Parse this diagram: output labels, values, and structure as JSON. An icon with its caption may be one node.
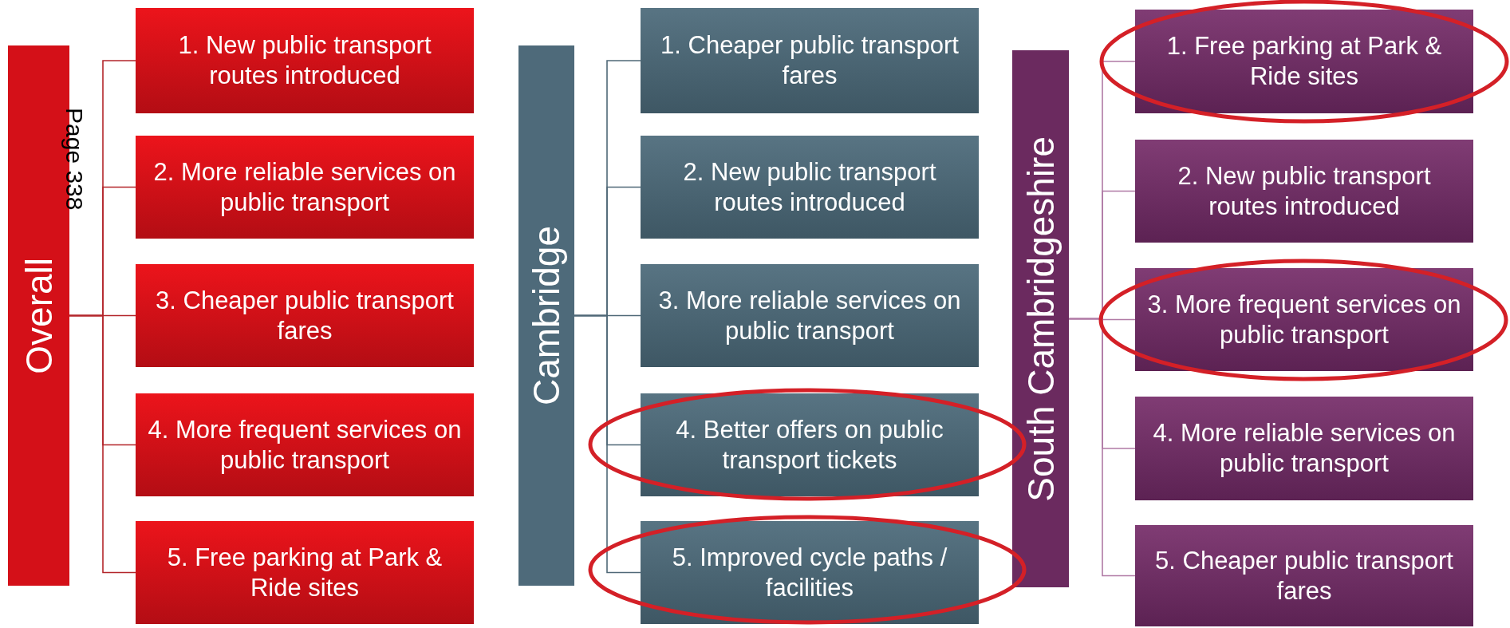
{
  "diagram": {
    "nodes": [
      {
        "text": [
          "Overall"
        ]
      },
      {
        "text": [
          "1. New public transport routes introduced"
        ]
      },
      {
        "text": [
          "2. More reliable services on public transport"
        ]
      },
      {
        "text": [
          "3. Cheaper public transport fares"
        ]
      },
      {
        "text": [
          "4. More frequent services on public transport"
        ]
      },
      {
        "text": [
          "5. Free parking at Park & Ride sites"
        ]
      },
      {
        "text": [
          "Cambridge"
        ]
      },
      {
        "text": [
          "1. Cheaper public transport fares"
        ]
      },
      {
        "text": [
          "2. New public transport routes introduced"
        ]
      },
      {
        "text": [
          "3. More reliable services on public transport"
        ]
      },
      {
        "text": [
          "4. Better offers on public transport tickets"
        ]
      },
      {
        "text": [
          "5. Improved cycle paths / facilities"
        ]
      },
      {
        "text": [
          "South Cambridgeshire"
        ]
      },
      {
        "text": [
          "1. Free parking at Park & Ride sites"
        ]
      },
      {
        "text": [
          "2. New public transport routes introduced"
        ]
      },
      {
        "text": [
          "3. More frequent services on public transport"
        ]
      },
      {
        "text": [
          "4. More reliable services on public transport"
        ]
      },
      {
        "text": [
          "5. Cheaper public transport fares"
        ]
      }
    ],
    "edges": [
      {
        "from": 0,
        "to": 1,
        "arrow": "none",
        "color": "#b3262b"
      },
      {
        "from": 0,
        "to": 2,
        "arrow": "none",
        "color": "#b3262b"
      },
      {
        "from": 0,
        "to": 3,
        "arrow": "none",
        "color": "#b3262b"
      },
      {
        "from": 0,
        "to": 4,
        "arrow": "none",
        "color": "#b3262b"
      },
      {
        "from": 0,
        "to": 5,
        "arrow": "none",
        "color": "#b3262b"
      },
      {
        "from": 6,
        "to": 7,
        "arrow": "none",
        "color": "#4f6877"
      },
      {
        "from": 6,
        "to": 8,
        "arrow": "none",
        "color": "#4f6877"
      },
      {
        "from": 6,
        "to": 9,
        "arrow": "none",
        "color": "#4f6877"
      },
      {
        "from": 6,
        "to": 10,
        "arrow": "none",
        "color": "#4f6877"
      },
      {
        "from": 6,
        "to": 11,
        "arrow": "none",
        "color": "#4f6877"
      },
      {
        "from": 12,
        "to": 13,
        "arrow": "none",
        "color": "#b07aa5"
      },
      {
        "from": 12,
        "to": 14,
        "arrow": "none",
        "color": "#b07aa5"
      },
      {
        "from": 12,
        "to": 15,
        "arrow": "none",
        "color": "#b07aa5"
      },
      {
        "from": 12,
        "to": 16,
        "arrow": "none",
        "color": "#b07aa5"
      },
      {
        "from": 12,
        "to": 17,
        "arrow": "none",
        "color": "#b07aa5"
      }
    ],
    "labels": [
      "Page 338"
    ]
  }
}
